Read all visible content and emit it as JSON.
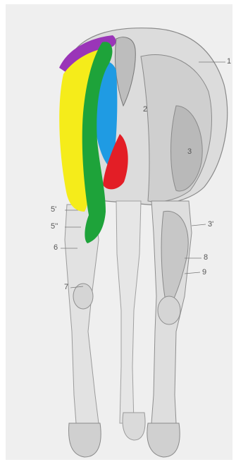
{
  "labels": {
    "l1": "1",
    "l2": "2",
    "l3": "3",
    "l3p": "3'",
    "l5p": "5'",
    "l5pp": "5''",
    "l6": "6",
    "l7": "7",
    "l8": "8",
    "l9": "9"
  },
  "colors": {
    "purple": "#9a35b8",
    "yellow": "#f5ec1a",
    "green": "#1ea33a",
    "blue": "#1f9be3",
    "red": "#e31e26"
  }
}
